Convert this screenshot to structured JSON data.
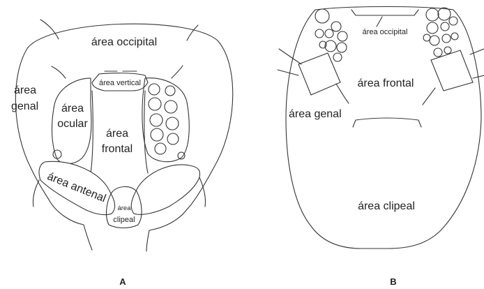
{
  "colors": {
    "stroke": "#333333",
    "background": "#ffffff",
    "text": "#222222"
  },
  "figure_a": {
    "caption": "A",
    "labels": {
      "occipital": "área occipital",
      "genal_1": "área",
      "genal_2": "genal",
      "ocular_1": "área",
      "ocular_2": "ocular",
      "vertical": "área vertical",
      "frontal_1": "área",
      "frontal_2": "frontal",
      "antenal": "área antenal",
      "clipeal_1": "área",
      "clipeal_2": "clipeal"
    }
  },
  "figure_b": {
    "caption": "B",
    "labels": {
      "occipital": "área occipital",
      "frontal": "área frontal",
      "genal": "área genal",
      "clipeal": "área clipeal"
    }
  }
}
